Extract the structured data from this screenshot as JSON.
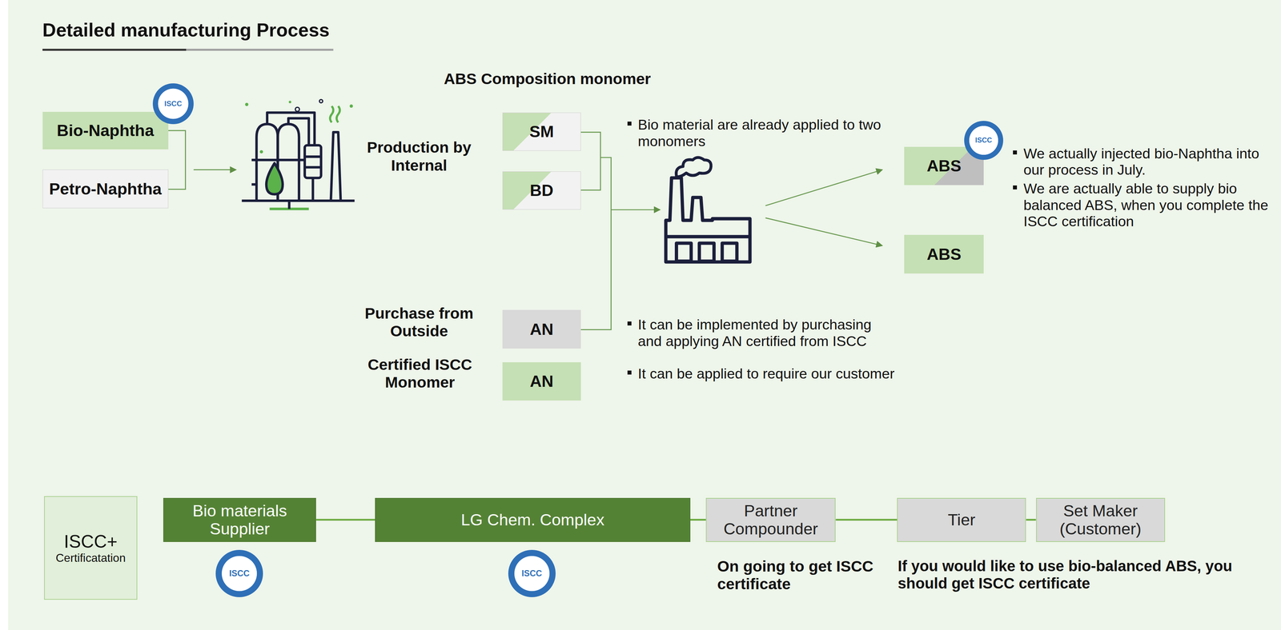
{
  "diagram": {
    "title": "Detailed manufacturing Process",
    "nodes": [
      {
        "text": [
          "Bio-Naphtha"
        ]
      },
      {
        "text": [
          "Petro-Naphtha"
        ]
      },
      {
        "text": [
          "SM"
        ]
      },
      {
        "text": [
          "BD"
        ]
      },
      {
        "text": [
          "AN"
        ]
      },
      {
        "text": [
          "AN"
        ]
      },
      {
        "text": [
          "ABS"
        ]
      },
      {
        "text": [
          "ABS"
        ]
      },
      {
        "text": [
          "ISCC+",
          "Certificatation"
        ]
      },
      {
        "text": [
          "Bio materials Supplier"
        ]
      },
      {
        "text": [
          "LG Chem. Complex"
        ]
      },
      {
        "text": [
          "Partner Compounder"
        ]
      },
      {
        "text": [
          "Tier"
        ]
      },
      {
        "text": [
          "Set Maker (Customer)"
        ]
      }
    ],
    "edges": [
      {
        "from": 9,
        "to": 10,
        "arrow": "none"
      },
      {
        "from": 10,
        "to": 11,
        "arrow": "none"
      },
      {
        "from": 11,
        "to": 12,
        "arrow": "none"
      },
      {
        "from": 12,
        "to": 13,
        "arrow": "none"
      }
    ],
    "labels": [
      "ISCC",
      "ABS Composition monomer",
      "Production by Internal",
      "Bio material are already applied to two monomers",
      "ISCC",
      "We actually injected bio-Naphtha into our process in July.",
      "We are actually able to supply bio balanced ABS, when you complete the ISCC certification",
      "Purchase from Outside",
      "It can be implemented by purchasing and applying AN certified from ISCC",
      "Certified ISCC Monomer",
      "It can be applied to require our customer",
      "ISCC",
      "ISCC",
      "On going to get ISCC certificate",
      "If you would like to use bio-balanced ABS, you should get ISCC certificate"
    ]
  }
}
